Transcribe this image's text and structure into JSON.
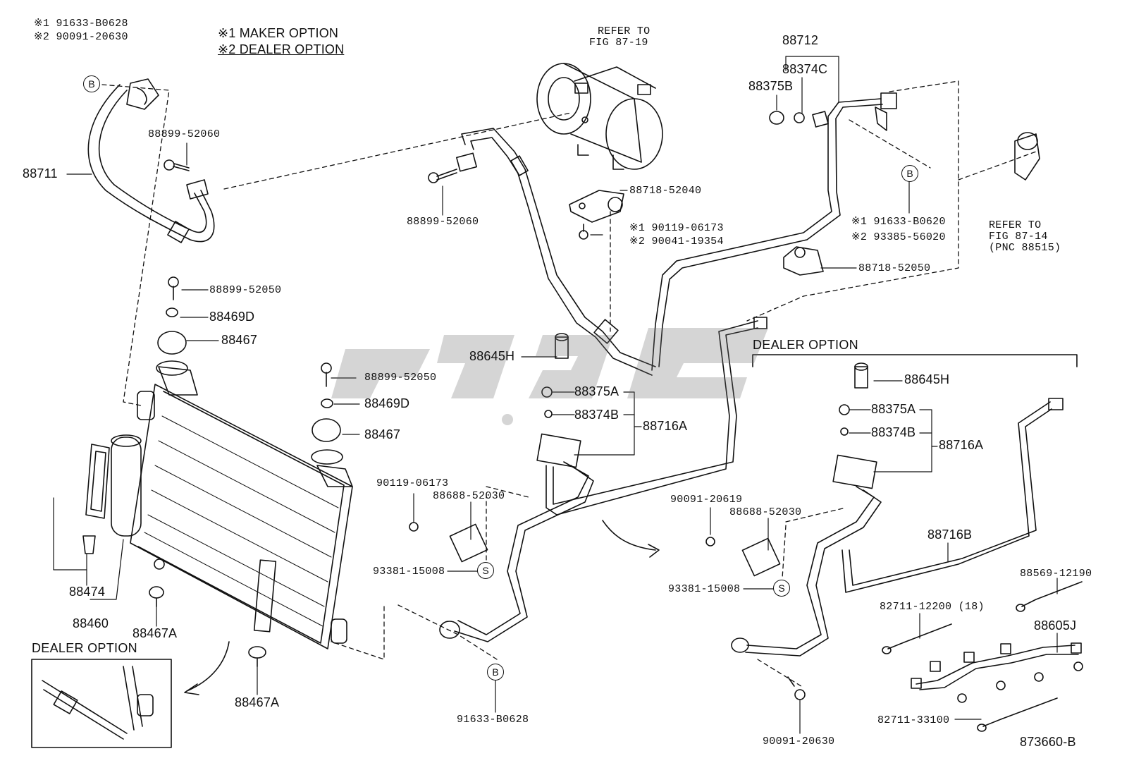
{
  "options": {
    "maker": "※1 MAKER OPTION",
    "dealer": "※2 DEALER OPTION"
  },
  "refer": {
    "compressor": [
      "REFER TO",
      "FIG 87-19"
    ],
    "side": [
      "REFER TO",
      "FIG 87-14",
      "(PNC 88515)"
    ]
  },
  "sections": {
    "dealer_option": "DEALER OPTION"
  },
  "figure_code": "873660-B",
  "circle_marks": {
    "b": "B",
    "s": "S"
  },
  "labels": {
    "p88711": "88711",
    "b0628_top": "※1 91633-B0628",
    "b0628_top2": "※2 90091-20630",
    "p88899_52060_a": "88899-52060",
    "p88899_52060_b": "88899-52060",
    "p88718_52040": "88718-52040",
    "opt_90119": "※1 90119-06173",
    "opt_90041": "※2 90041-19354",
    "p88712": "88712",
    "p88374c": "88374C",
    "p88375b": "88375B",
    "b0620": "※1 91633-B0620",
    "p93385": "※2 93385-56020",
    "p88718_52050": "88718-52050",
    "p88899_52050_a": "88899-52050",
    "p88469d_a": "88469D",
    "p88467_a": "88467",
    "p88899_52050_b": "88899-52050",
    "p88469d_b": "88469D",
    "p88467_b": "88467",
    "p88645h_a": "88645H",
    "p88375a_a": "88375A",
    "p88374b_a": "88374B",
    "p88716a_a": "88716A",
    "p90119_06173": "90119-06173",
    "p88688_a": "88688-52030",
    "p93381_a": "93381-15008",
    "p88474": "88474",
    "p88460": "88460",
    "p88467a_a": "88467A",
    "p88467a_b": "88467A",
    "p91633_b0628": "91633-B0628",
    "p88645h_b": "88645H",
    "p88375a_b": "88375A",
    "p88374b_b": "88374B",
    "p88716a_b": "88716A",
    "p90091_20619": "90091-20619",
    "p88688_b": "88688-52030",
    "p93381_b": "93381-15008",
    "p88716b": "88716B",
    "p88569": "88569-12190",
    "p82711_12200": "82711-12200 (18)",
    "p88605j": "88605J",
    "p82711_33100": "82711-33100",
    "p90091_20630": "90091-20630"
  }
}
